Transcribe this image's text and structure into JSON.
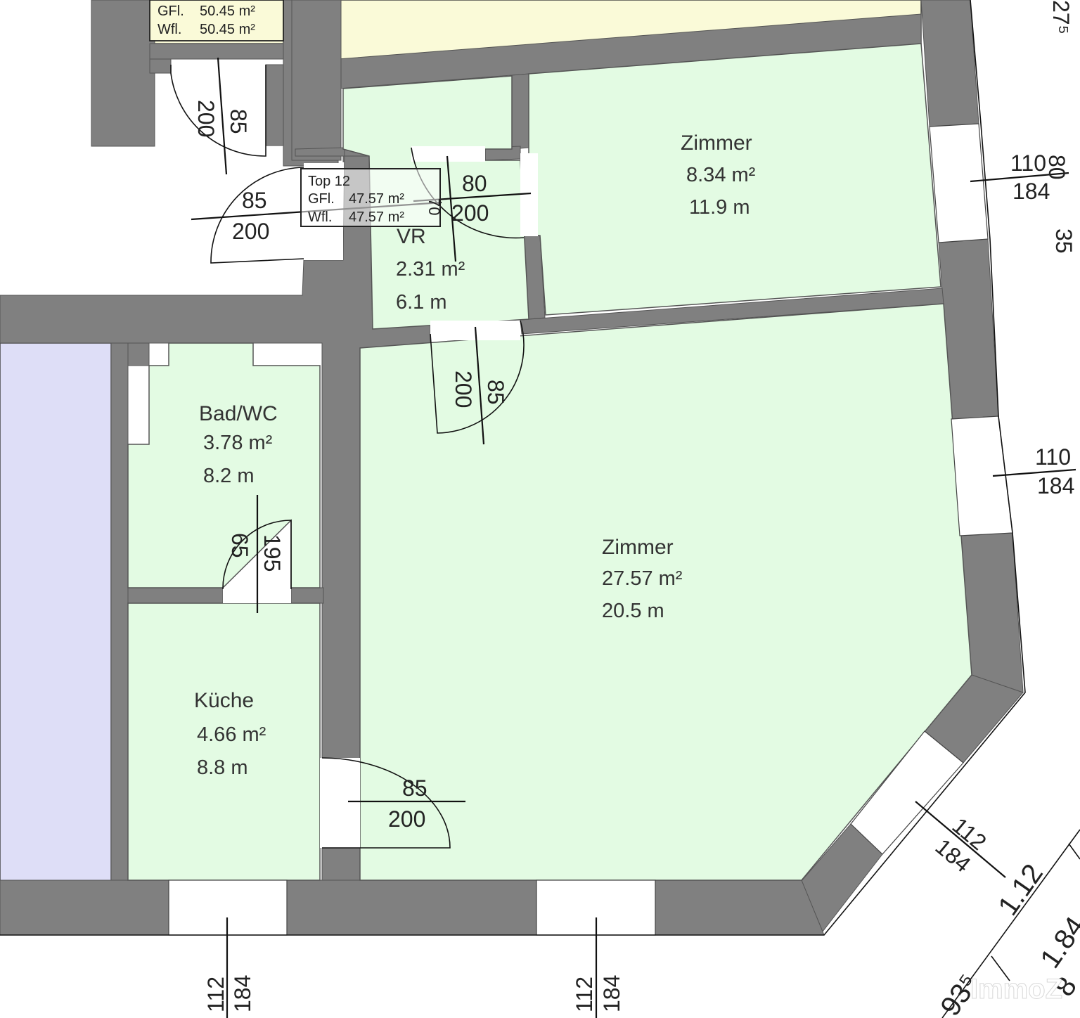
{
  "colors": {
    "room_fill": "#e3fbe3",
    "wall_fill": "#808080",
    "neighbor_fill": "#dedef7",
    "stair_fill": "#fafad8"
  },
  "unit_top12": {
    "name": "Top 12",
    "gfl_label": "GFl.",
    "gfl_value": "47.57 m²",
    "wfl_label": "Wfl.",
    "wfl_value": "47.57 m²"
  },
  "unit_neighbor": {
    "gfl_label": "GFl.",
    "gfl_value": "50.45 m²",
    "wfl_label": "Wfl.",
    "wfl_value": "50.45 m²"
  },
  "rooms": [
    {
      "id": "zimmer-small",
      "name": "Zimmer",
      "area": "8.34 m²",
      "perimeter": "11.9 m"
    },
    {
      "id": "vr",
      "name": "VR",
      "area": "2.31 m²",
      "perimeter": "6.1 m"
    },
    {
      "id": "bad-wc",
      "name": "Bad/WC",
      "area": "3.78 m²",
      "perimeter": "8.2 m"
    },
    {
      "id": "zimmer-large",
      "name": "Zimmer",
      "area": "27.57 m²",
      "perimeter": "20.5 m"
    },
    {
      "id": "kueche",
      "name": "Küche",
      "area": "4.66 m²",
      "perimeter": "8.8 m"
    }
  ],
  "doors": {
    "neighbor_door": {
      "width": "85",
      "height": "200"
    },
    "entry_door": {
      "width": "85",
      "height": "200"
    },
    "zimmer_small_door": {
      "width": "80",
      "height": "200",
      "extra": "70"
    },
    "zimmer_large_door": {
      "width": "85",
      "height": "200"
    },
    "bad_door": {
      "width": "65",
      "height": "195"
    },
    "kueche_door": {
      "width": "85",
      "height": "200"
    }
  },
  "windows": {
    "right_upper": {
      "top": "110",
      "bottom": "184",
      "side": "80"
    },
    "right_middle": {
      "top": "110",
      "bottom": "184"
    },
    "diagonal": {
      "top": "112",
      "bottom": "184"
    },
    "bottom_left": {
      "top": "112",
      "bottom": "184"
    },
    "bottom_middle": {
      "top": "112",
      "bottom": "184"
    }
  },
  "outer_dims": {
    "top_right": "27⁵",
    "right_edge": "35",
    "diag_a": "1.12",
    "diag_b": "1.84",
    "diag_c": "93⁵",
    "diag_d": "8"
  },
  "watermark": "ImmoZ"
}
